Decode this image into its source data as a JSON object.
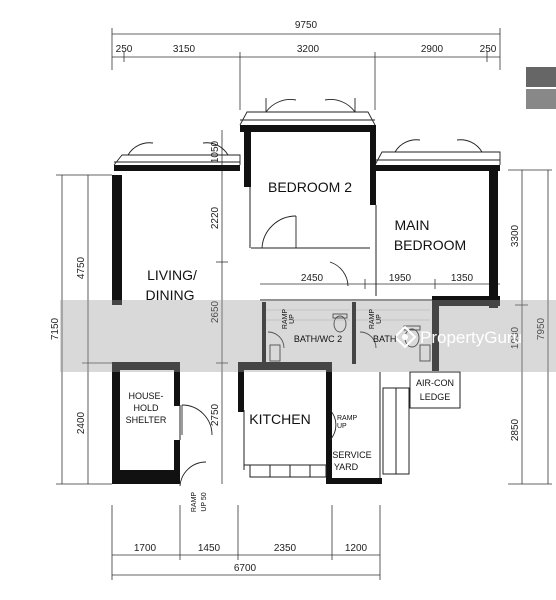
{
  "dimensions": {
    "top_total": "9750",
    "top_segments": [
      "250",
      "3150",
      "3200",
      "2900",
      "250"
    ],
    "bottom_segments": [
      "1700",
      "1450",
      "2350",
      "1200"
    ],
    "bottom_total": "6700",
    "left_outer": "7150",
    "left_upper": "4750",
    "left_lower": "2400",
    "inner_upper": "2220",
    "inner_middle": "2650",
    "inner_lower": "2750",
    "window_bay": "1050",
    "right_upper": "3300",
    "right_lower": "2850",
    "right_outer": "7950",
    "right_bath": "1930",
    "mid_segments": [
      "2450",
      "1950",
      "1350"
    ]
  },
  "rooms": {
    "bedroom2": "BEDROOM 2",
    "main_bedroom_line1": "MAIN",
    "main_bedroom_line2": "BEDROOM",
    "living_line1": "LIVING/",
    "living_line2": "DINING",
    "household_line1": "HOUSE-",
    "household_line2": "HOLD",
    "household_line3": "SHELTER",
    "kitchen": "KITCHEN",
    "bath2": "BATH/WC 2",
    "bath1_prefix": "BATH",
    "service_line1": "SERVICE",
    "service_line2": "YARD",
    "aircon_line1": "AIR-CON",
    "aircon_line2": "LEDGE"
  },
  "ramps": {
    "ramp": "RAMP",
    "up": "UP",
    "up50": "UP 50"
  },
  "watermark": {
    "brand": "PropertyGuru"
  }
}
